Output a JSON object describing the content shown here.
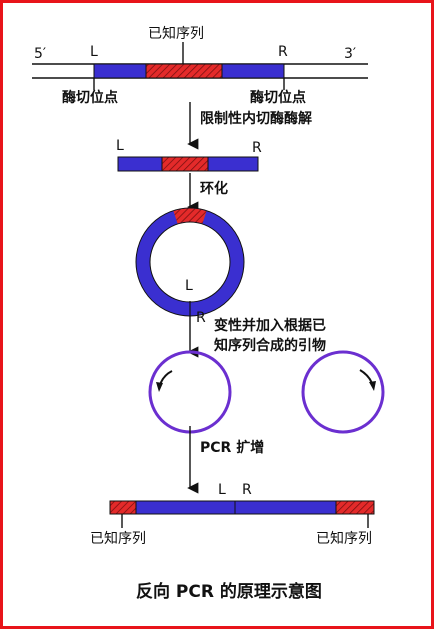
{
  "colors": {
    "frame": "#e8141a",
    "blue": "#3a2fd0",
    "red": "#e42a2a",
    "purple": "#6b2fd0",
    "ink": "#111111"
  },
  "top": {
    "known_seq": "已知序列",
    "end5": "5′",
    "end3": "3′",
    "L": "L",
    "R": "R",
    "site_left": "酶切位点",
    "site_right": "酶切位点"
  },
  "steps": {
    "digest": "限制性内切酶酶解",
    "cyclize": "环化",
    "denature_1": "变性并加入根据已",
    "denature_2": "知序列合成的引物",
    "pcr": "PCR 扩增"
  },
  "fragment": {
    "L": "L",
    "R": "R"
  },
  "ring": {
    "L": "L",
    "R": "R"
  },
  "product": {
    "L": "L",
    "R": "R",
    "known_left": "已知序列",
    "known_right": "已知序列"
  },
  "caption": "反向 PCR 的原理示意图"
}
